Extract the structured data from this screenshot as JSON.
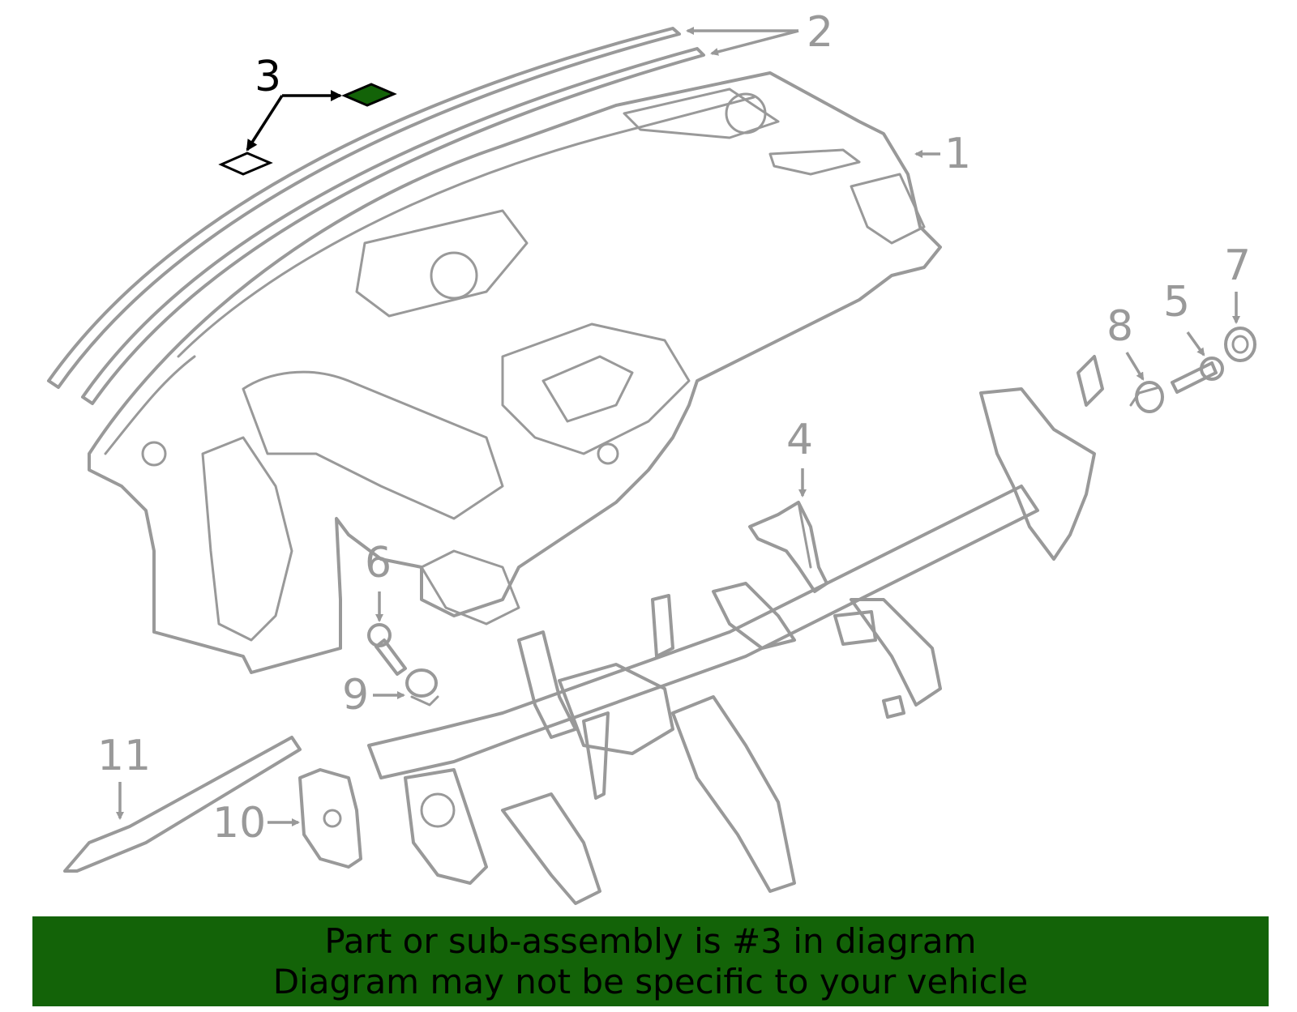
{
  "callouts": {
    "c1": "1",
    "c2": "2",
    "c3": "3",
    "c4": "4",
    "c5": "5",
    "c6": "6",
    "c7": "7",
    "c8": "8",
    "c9": "9",
    "c10": "10",
    "c11": "11"
  },
  "highlighted_part": "3",
  "colors": {
    "highlight_fill": "#136308",
    "part_stroke": "#999999",
    "banner_bg": "#136308"
  },
  "banner": {
    "line1": "Part or sub-assembly is #3 in diagram",
    "line2": "Diagram may not be specific to your vehicle"
  }
}
